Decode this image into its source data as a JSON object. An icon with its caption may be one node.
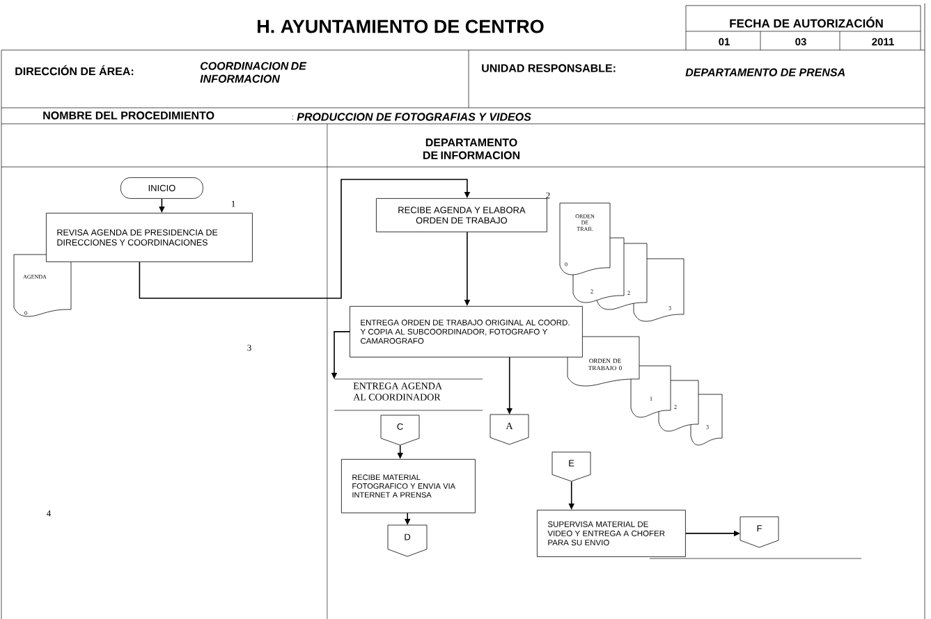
{
  "diagram": {
    "title": "H. AYUNTAMIENTO DE CENTRO",
    "nodes": [
      {
        "text": [
          "INICIO"
        ]
      },
      {
        "text": [
          "REVISA AGENDA DE PRESIDENCIA DE DIRECCIONES Y COORDINACIONES"
        ]
      },
      {
        "text": [
          "AGENDA",
          "0"
        ]
      },
      {
        "text": [
          "RECIBE AGENDA Y ELABORA ORDEN DE TRABAJO"
        ]
      },
      {
        "text": [
          "ORDEN DE TRAB.",
          "0"
        ]
      },
      {
        "text": [
          "2"
        ]
      },
      {
        "text": [
          "2"
        ]
      },
      {
        "text": [
          "3"
        ]
      },
      {
        "text": [
          "ENTREGA ORDEN DE TRABAJO ORIGINAL AL COORD. Y COPIA AL SUBCOORDINADOR, FOTOGRAFO Y CAMAROGRAFO"
        ]
      },
      {
        "text": [
          "ORDEN DE TRABAJO 0"
        ]
      },
      {
        "text": [
          "1"
        ]
      },
      {
        "text": [
          "2"
        ]
      },
      {
        "text": [
          "3"
        ]
      },
      {
        "text": [
          "ENTREGA AGENDA AL COORDINADOR"
        ]
      },
      {
        "text": [
          "C"
        ]
      },
      {
        "text": [
          "A"
        ]
      },
      {
        "text": [
          "RECIBE MATERIAL FOTOGRAFICO Y ENVIA VIA INTERNET A PRENSA"
        ]
      },
      {
        "text": [
          "D"
        ]
      },
      {
        "text": [
          "E"
        ]
      },
      {
        "text": [
          "SUPERVISA MATERIAL DE VIDEO Y ENTREGA A CHOFER PARA SU ENVIO"
        ]
      },
      {
        "text": [
          "F"
        ]
      }
    ],
    "edges": [
      {
        "from": 0,
        "to": 1,
        "arrow": "to"
      },
      {
        "from": 1,
        "to": 3,
        "arrow": "to"
      },
      {
        "from": 3,
        "to": 8,
        "arrow": "to"
      },
      {
        "from": 8,
        "to": 13,
        "arrow": "to"
      },
      {
        "from": 8,
        "to": 15,
        "arrow": "to"
      },
      {
        "from": 14,
        "to": 16,
        "arrow": "to"
      },
      {
        "from": 16,
        "to": 17,
        "arrow": "to"
      },
      {
        "from": 18,
        "to": 19,
        "arrow": "to"
      },
      {
        "from": 19,
        "to": 20,
        "arrow": "to"
      }
    ],
    "labels": [
      "FECHA DE AUTORIZACIÓN",
      "01",
      "03",
      "2011",
      "DIRECCIÓN DE ÁREA:",
      "COORDINACION DE INFORMACION",
      "UNIDAD RESPONSABLE:",
      "DEPARTAMENTO DE PRENSA",
      "NOMBRE DEL PROCEDIMIENTO",
      ":",
      "PRODUCCION DE FOTOGRAFIAS Y VIDEOS",
      "DEPARTAMENTO DE INFORMACION",
      "1",
      "2",
      "3",
      "4"
    ]
  }
}
